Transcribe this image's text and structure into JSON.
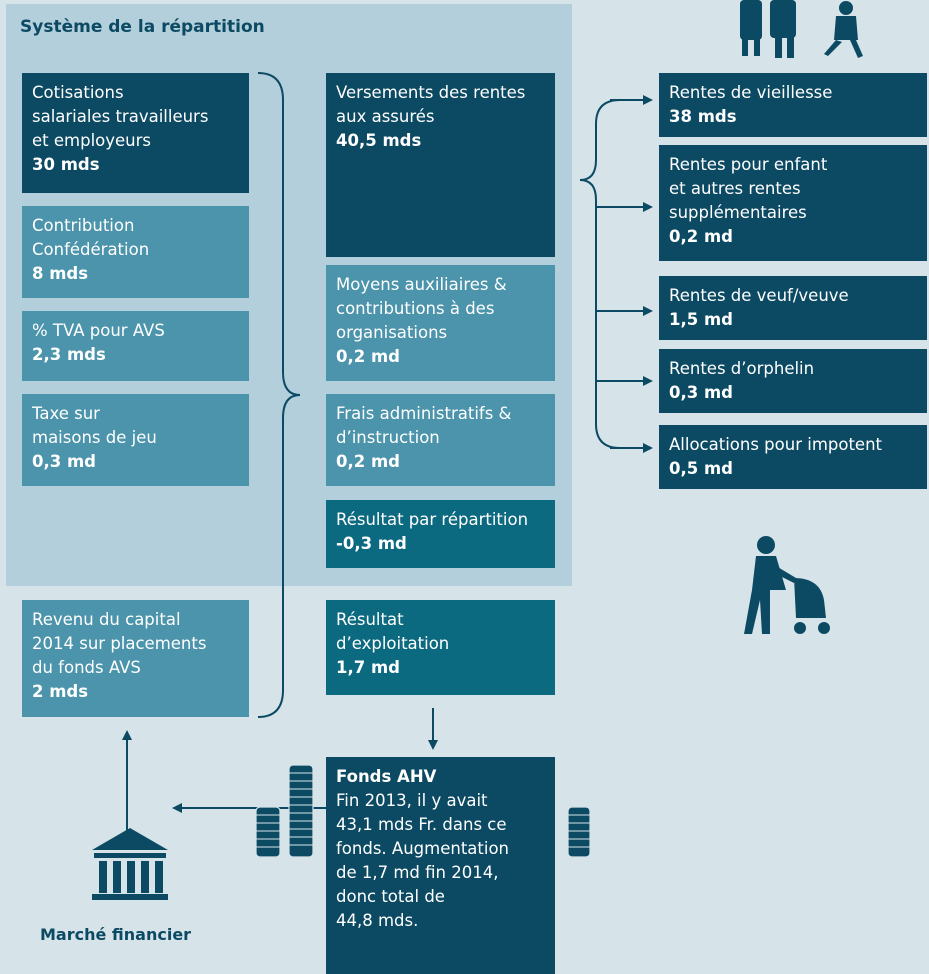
{
  "panel_title": "Système de la répartition",
  "left": [
    {
      "lines": [
        "Cotisations",
        "salariales travailleurs",
        "et employeurs"
      ],
      "value": "30 mds"
    },
    {
      "lines": [
        "Contribution",
        "Confédération"
      ],
      "value": "8 mds"
    },
    {
      "lines": [
        "% TVA pour AVS"
      ],
      "value": "2,3 mds"
    },
    {
      "lines": [
        "Taxe sur",
        "maisons de jeu"
      ],
      "value": "0,3 md"
    }
  ],
  "capital": {
    "lines": [
      "Revenu du capital",
      "2014 sur placements",
      "du fonds AVS"
    ],
    "value": "2 mds"
  },
  "middle": [
    {
      "lines": [
        "Versements des rentes",
        "aux assurés"
      ],
      "value": "40,5 mds"
    },
    {
      "lines": [
        "Moyens auxiliaires &",
        "contributions à des",
        "organisations"
      ],
      "value": "0,2 md"
    },
    {
      "lines": [
        "Frais administratifs &",
        "d’instruction"
      ],
      "value": "0,2 md"
    },
    {
      "lines": [
        "Résultat par répartition"
      ],
      "value": "-0,3 md"
    }
  ],
  "exploitation": {
    "lines": [
      "Résultat",
      "d’exploitation"
    ],
    "value": "1,7 md"
  },
  "right": [
    {
      "lines": [
        "Rentes de vieillesse"
      ],
      "value": "38 mds"
    },
    {
      "lines": [
        "Rentes pour enfant",
        "et autres rentes",
        "supplémentaires"
      ],
      "value": "0,2 md"
    },
    {
      "lines": [
        "Rentes de veuf/veuve"
      ],
      "value": "1,5 md"
    },
    {
      "lines": [
        "Rentes d’orphelin"
      ],
      "value": "0,3 md"
    },
    {
      "lines": [
        "Allocations pour impotent"
      ],
      "value": "0,5 md"
    }
  ],
  "fund": {
    "title": "Fonds AHV",
    "lines": [
      "Fin 2013, il y avait",
      "43,1 mds Fr. dans ce",
      "fonds. Augmentation",
      "de 1,7 md fin 2014,",
      "donc total de",
      "44,8 mds."
    ]
  },
  "market_label": "Marché financier",
  "icons": [
    "elderly-couple-child-icon",
    "parent-with-stroller-icon",
    "bank-building-icon",
    "coin-stack-icon"
  ],
  "colors": {
    "dark": "#0c4a63",
    "mid": "#4b94ab",
    "teal": "#0c6a80",
    "panel": "#b3cfdb",
    "background": "#d6e4ea"
  }
}
